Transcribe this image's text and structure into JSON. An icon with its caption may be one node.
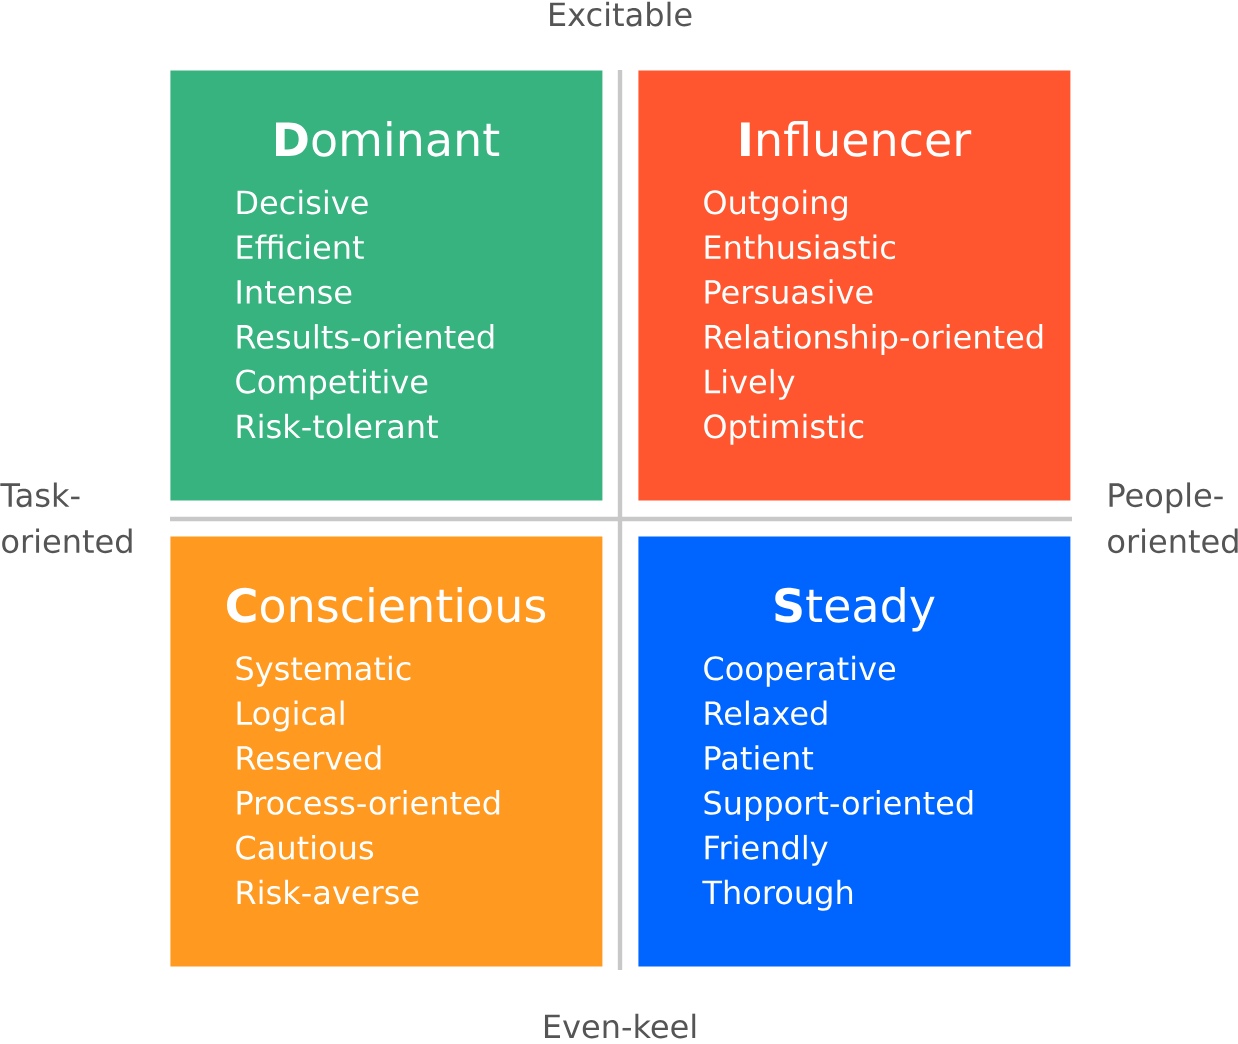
{
  "diagram": {
    "nodes": [
      {
        "text": [
          "**D**ominant",
          "Decisive",
          "Efficient",
          "Intense",
          "Results-oriented",
          "Competitive",
          "Risk-tolerant"
        ]
      },
      {
        "text": [
          "**I**nfluencer",
          "Outgoing",
          "Enthusiastic",
          "Persuasive",
          "Relationship-oriented",
          "Lively",
          "Optimistic"
        ]
      },
      {
        "text": [
          "**C**onscientious",
          "Systematic",
          "Logical",
          "Reserved",
          "Process-oriented",
          "Cautious",
          "Risk-averse"
        ]
      },
      {
        "text": [
          "**S**teady",
          "Cooperative",
          "Relaxed",
          "Patient",
          "Support-oriented",
          "Friendly",
          "Thorough"
        ]
      }
    ],
    "labels": [
      "Excitable",
      "Task- oriented",
      "People- oriented",
      "Even-keel"
    ]
  }
}
